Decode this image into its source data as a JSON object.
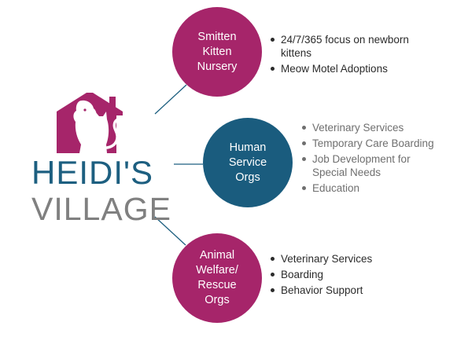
{
  "logo": {
    "line1": "HEIDI'S",
    "line2": "VILLAGE"
  },
  "nodes": [
    {
      "lines": [
        "Smitten",
        "Kitten",
        "Nursery"
      ],
      "color": "#a6256a",
      "bullets": [
        "24/7/365 focus on newborn kittens",
        "Meow Motel Adoptions"
      ]
    },
    {
      "lines": [
        "Human",
        "Service",
        "Orgs"
      ],
      "color": "#1a5c7e",
      "bullets": [
        "Veterinary Services",
        "Temporary Care Boarding",
        "Job Development for Special Needs",
        "Education"
      ]
    },
    {
      "lines": [
        "Animal",
        "Welfare/",
        "Rescue",
        "Orgs"
      ],
      "color": "#a6256a",
      "bullets": [
        "Veterinary Services",
        "Boarding",
        "Behavior Support"
      ]
    }
  ],
  "colors": {
    "magenta": "#a6256a",
    "teal": "#1a5c7e",
    "grey": "#808080",
    "connector": "#1d5f80"
  },
  "icons": {
    "logo_mark": "house-dog-cat-icon"
  }
}
